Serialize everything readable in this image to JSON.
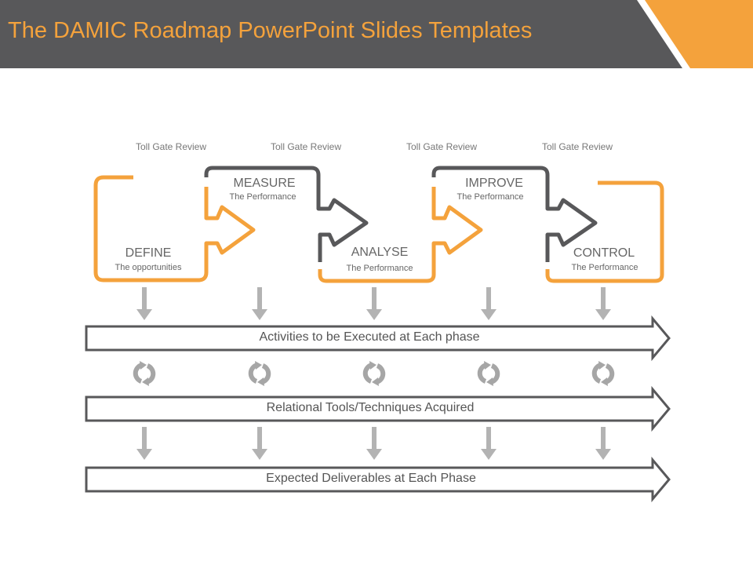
{
  "title": "The DAMIC Roadmap PowerPoint Slides Templates",
  "colors": {
    "orange": "#f4a23c",
    "dark": "#58585a",
    "arrow_gray": "#b3b3b3"
  },
  "toll_gates": [
    "Toll Gate Review",
    "Toll Gate Review",
    "Toll Gate Review",
    "Toll Gate Review"
  ],
  "phases": [
    {
      "name": "DEFINE",
      "sub": "The opportunities"
    },
    {
      "name": "MEASURE",
      "sub": "The Performance"
    },
    {
      "name": "ANALYSE",
      "sub": "The Performance"
    },
    {
      "name": "IMPROVE",
      "sub": "The Performance"
    },
    {
      "name": "CONTROL",
      "sub": "The Performance"
    }
  ],
  "bands": [
    "Activities to be Executed at Each phase",
    "Relational Tools/Techniques Acquired",
    "Expected Deliverables at Each Phase"
  ]
}
